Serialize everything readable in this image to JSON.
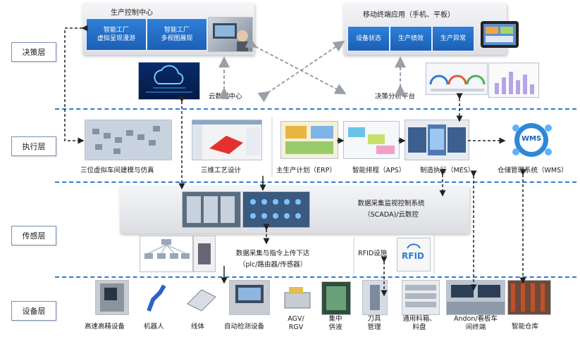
{
  "layers": {
    "decision": "决策层",
    "execution": "执行层",
    "sensing": "传感层",
    "equipment": "设备层"
  },
  "decision": {
    "control_center": {
      "title": "生产控制中心",
      "tile1": "智能工厂\n虚拟呈现漫游",
      "tile2": "智能工厂\n多视图展现"
    },
    "mobile": {
      "title": "移动终端应用（手机、平板）",
      "tiles": [
        "设备状态",
        "生产绩效",
        "生产异常"
      ]
    },
    "cloud_label": "云数据中心",
    "analysis_label": "决策分析平台"
  },
  "execution": {
    "items": [
      "三位虚拟车间建模与仿真",
      "三维工艺设计",
      "主生产计划（ERP）",
      "智能排程（APS）",
      "制造执行（MES）",
      "仓储管理系统（WMS）"
    ],
    "wms_logo": "WMS"
  },
  "sensing": {
    "scada_line1": "数据采集监视控制系统",
    "scada_line2": "（SCADA)/云数控",
    "data_line1": "数据采集与指令上传下达",
    "data_line2": "（plc/路由器/传感器）",
    "rfid_label": "RFID设施",
    "rfid_logo": "RFID"
  },
  "equipment": {
    "items": [
      "高速高精设备",
      "机器人",
      "线体",
      "自动检测设备",
      "AGV/\nRGV",
      "集中\n供液",
      "刀具\n管理",
      "通用料箱、\n料盘",
      "Andon/看板车\n间终端",
      "智能仓库"
    ]
  },
  "colors": {
    "accent_blue": "#2e7dd1",
    "tile_blue": "#1b5fb5",
    "arrow": "#222222"
  }
}
